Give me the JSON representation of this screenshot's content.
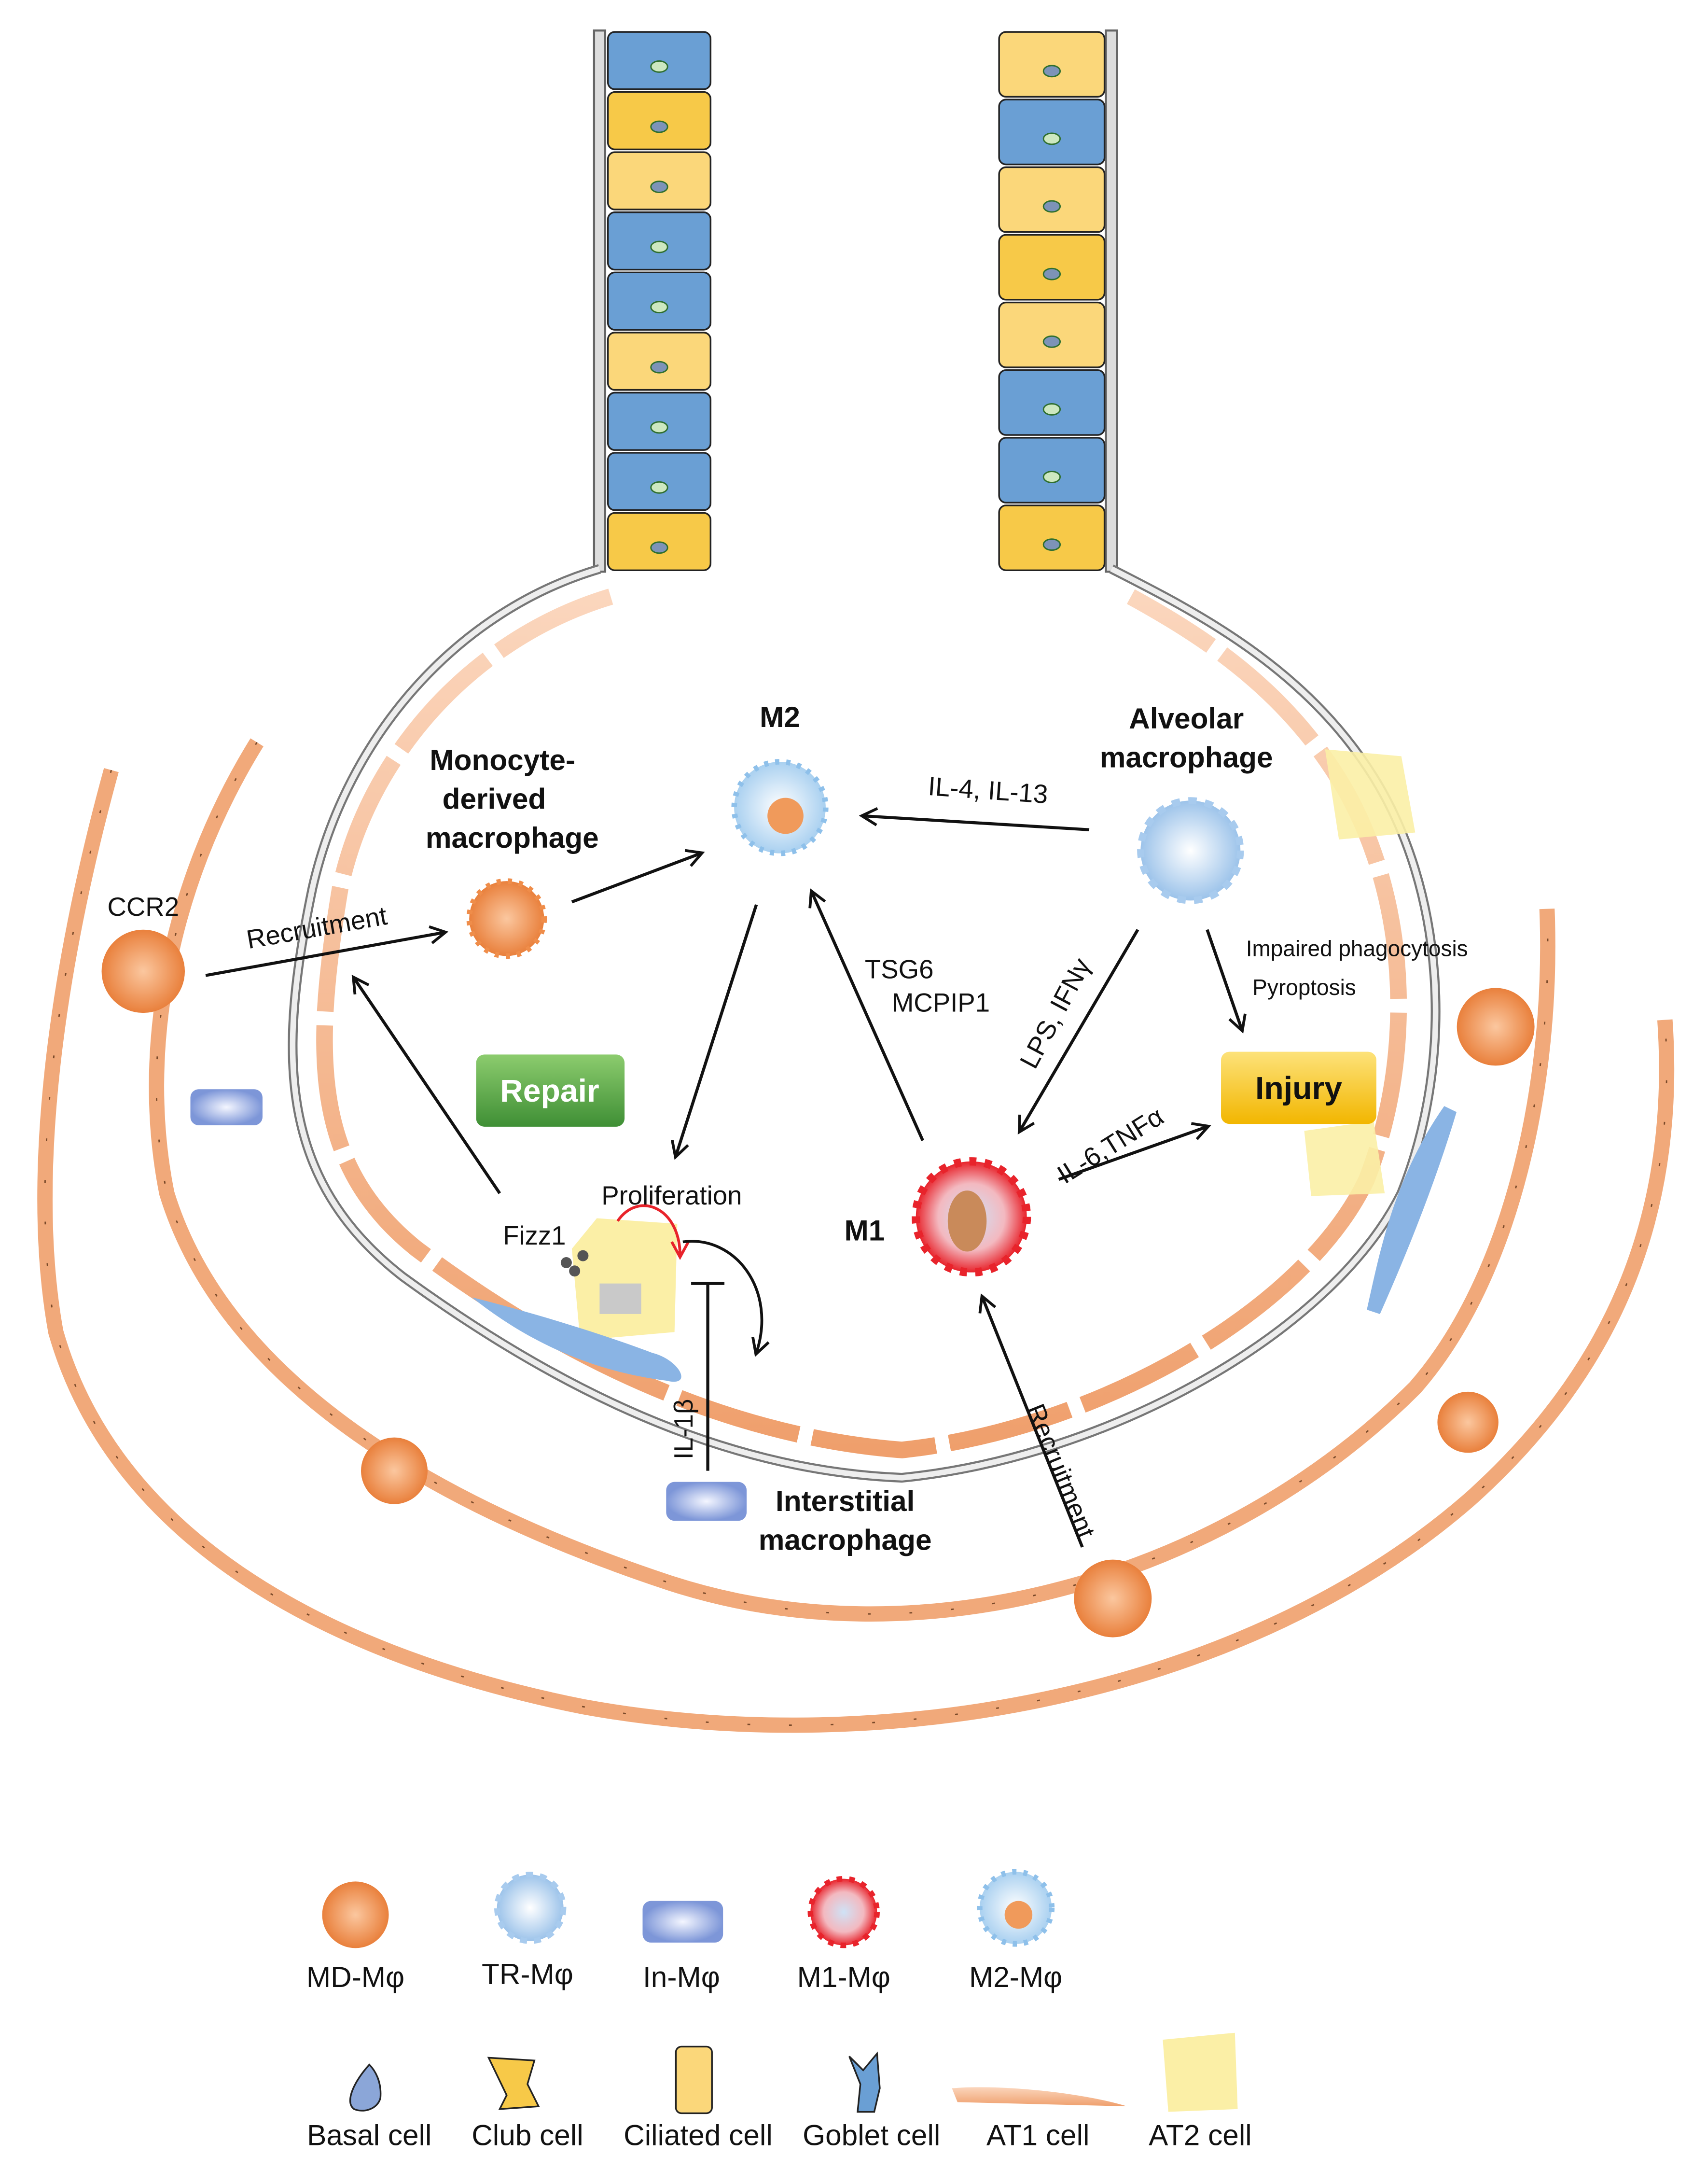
{
  "labels": {
    "m2": "M2",
    "monocyte_derived": [
      "Monocyte-",
      "derived",
      "macrophage"
    ],
    "alveolar": [
      "Alveolar",
      "macrophage"
    ],
    "il4_il13": "IL-4, IL-13",
    "ccr2": "CCR2",
    "recruitment_left": "Recruitment",
    "tsg6": "TSG6",
    "mcpip1": "MCPIP1",
    "lps_ifng": "LPS, IFNγ",
    "impaired_phagocytosis": "Impaired phagocytosis",
    "pyroptosis": "Pyroptosis",
    "repair": "Repair",
    "injury": "Injury",
    "proliferation": "Proliferation",
    "fizz1": "Fizz1",
    "m1": "M1",
    "il6_tnfa": "IL-6,TNFα",
    "il1b": "IL-1β",
    "interstitial": [
      "Interstitial",
      "macrophage"
    ],
    "recruitment_bottom": "Recruitment"
  },
  "legend": {
    "macrophages": [
      "MD-Mφ",
      "TR-Mφ",
      "In-Mφ",
      "M1-Mφ",
      "M2-Mφ"
    ],
    "cells": [
      "Basal cell",
      "Club cell",
      "Ciliated cell",
      "Goblet cell",
      "AT1 cell",
      "AT2 cell"
    ]
  },
  "epithelium": {
    "left": [
      "goblet",
      "club",
      "ciliated",
      "goblet",
      "goblet",
      "ciliated",
      "goblet",
      "goblet",
      "club"
    ],
    "right": [
      "ciliated",
      "goblet",
      "ciliated",
      "club",
      "ciliated",
      "goblet",
      "goblet",
      "club"
    ]
  },
  "colors": {
    "goblet": "#6a9fd4",
    "club": "#f7c948",
    "ciliated": "#fbd77a",
    "basal": "#6b4aa8",
    "at1": "#f4b48c",
    "at2": "#fbefa6",
    "repair": "#5aa647",
    "injury": "#f6c10f",
    "m1": "#e8232b",
    "md": "#ef8d4a"
  }
}
